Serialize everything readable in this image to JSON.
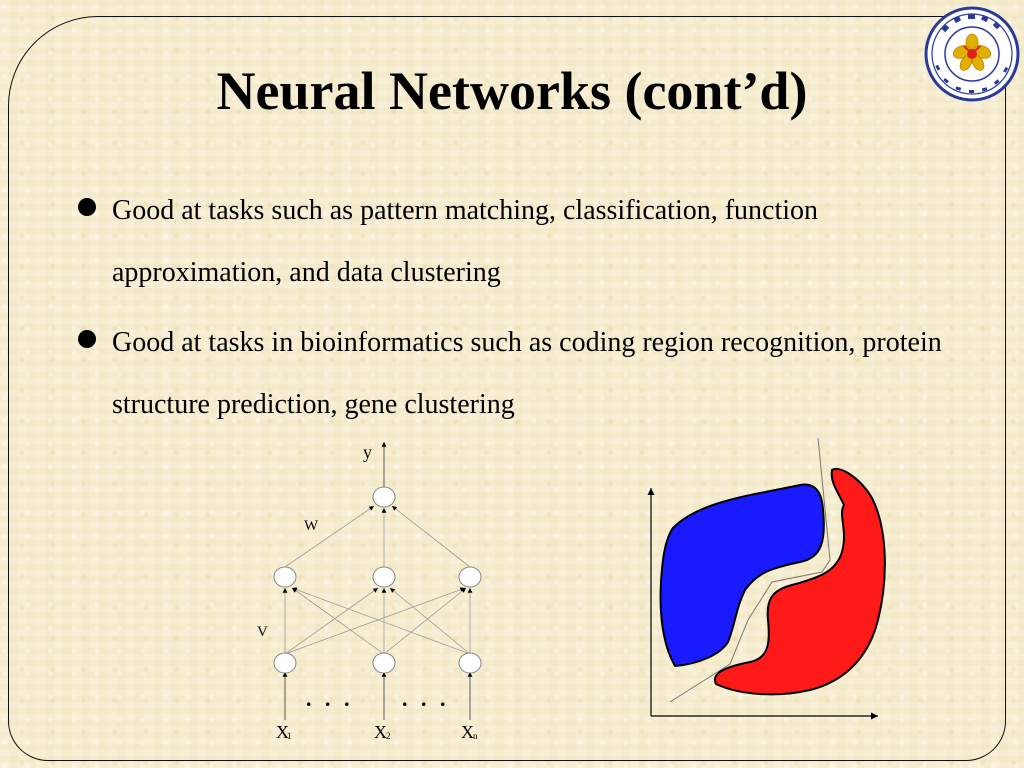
{
  "slide": {
    "title": "Neural Networks (cont’d)",
    "bullets": [
      {
        "text": "Good at tasks such as pattern matching, classification, function approximation, and data clustering"
      },
      {
        "text": "Good at tasks in bioinformatics such as coding region recognition, protein structure prediction, gene clustering"
      }
    ]
  },
  "diagram": {
    "output_label": "y",
    "weight_w_label": "W",
    "weight_v_label": "V",
    "ellipsis_left": ". . .",
    "ellipsis_right": ". . .",
    "inputs": [
      {
        "base": "X",
        "sub": "1"
      },
      {
        "base": "X",
        "sub": "2"
      },
      {
        "base": "X",
        "sub": "n"
      }
    ]
  },
  "colors": {
    "region_blue": "#1a1aff",
    "region_red": "#ff1a1a"
  },
  "icons": {
    "logo": "university-seal-icon"
  }
}
